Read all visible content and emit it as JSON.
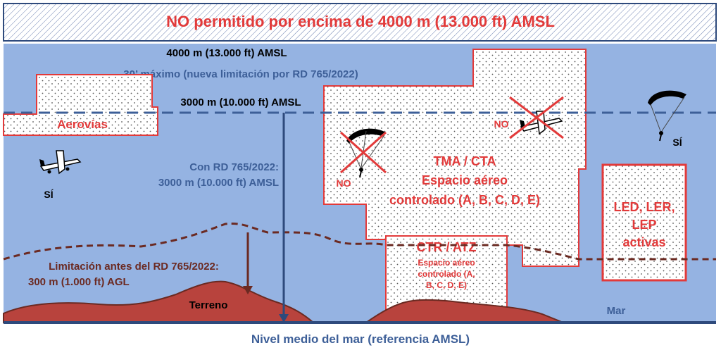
{
  "banner": {
    "text": "NO permitido por encima de 4000 m (13.000 ft) AMSL"
  },
  "levels": {
    "l4000": "4000 m (13.000 ft) AMSL",
    "max30": "30’ máximo (nueva limitación por RD 765/2022)",
    "l3000": "3000 m (10.000 ft) AMSL"
  },
  "airways": {
    "label": "Aerovías"
  },
  "plane_left": {
    "label": "SÍ"
  },
  "rd_note": {
    "line1": "Con RD 765/2022:",
    "line2": "3000 m (10.000 ft) AMSL"
  },
  "tma": {
    "line1": "TMA / CTA",
    "line2": "Espacio aéreo",
    "line3": "controlado (A, B, C, D, E)"
  },
  "no_para": {
    "label": "NO"
  },
  "no_plane": {
    "label": "NO"
  },
  "para_right": {
    "label": "SÍ"
  },
  "led": {
    "line1": "LED, LER,",
    "line2": "LEP",
    "line3": "activas"
  },
  "ctr": {
    "title": "CTR / ATZ",
    "line1": "Espacio aéreo",
    "line2": "controlado (A,",
    "line3": "B, C, D, E)"
  },
  "old_limit": {
    "line1": "Limitación antes del RD 765/2022:",
    "line2": "300 m (1.000 ft) AGL"
  },
  "terrain": {
    "label": "Terreno"
  },
  "sea": {
    "label": "Mar"
  },
  "msl": {
    "label": "Nivel medio del mar (referencia AMSL)"
  },
  "colors": {
    "sky": "#95b3e2",
    "red": "#e23a3a",
    "terrain": "#b8433d",
    "dark_blue": "#3d5f98",
    "dashed_brown": "#6b2a22"
  }
}
